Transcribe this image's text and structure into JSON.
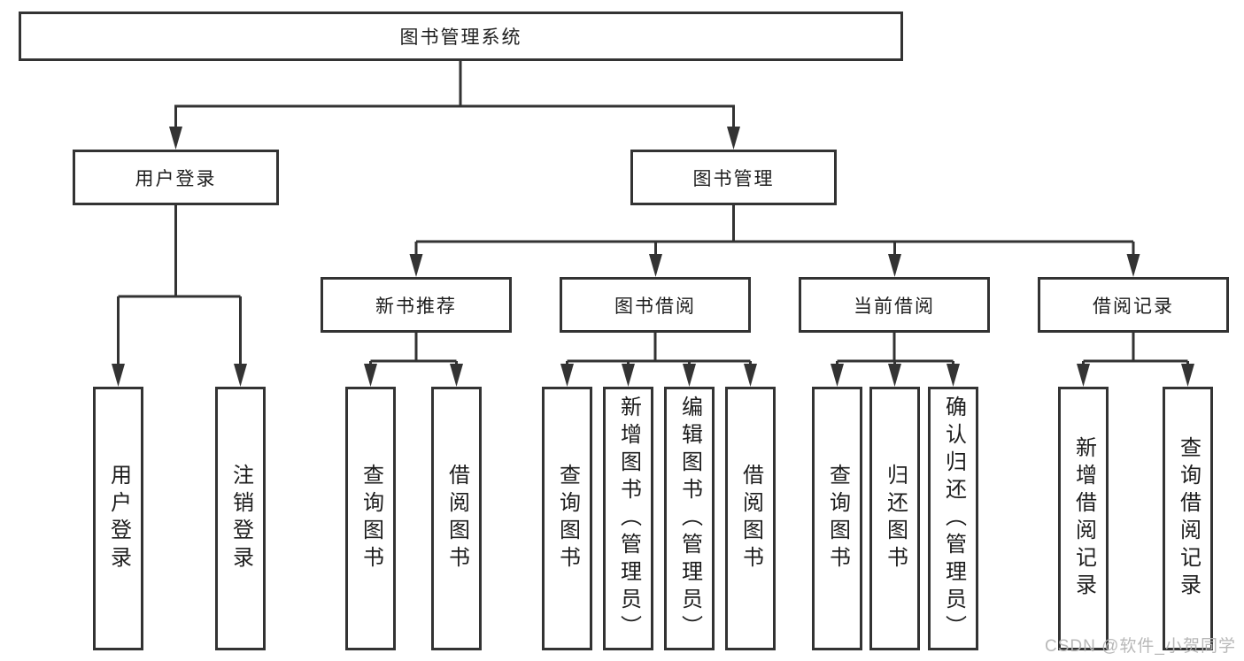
{
  "tree": {
    "root": {
      "label": "图书管理系统"
    },
    "level2": [
      {
        "label": "用户登录",
        "children": [
          {
            "label": "用户登录"
          },
          {
            "label": "注销登录"
          }
        ]
      },
      {
        "label": "图书管理",
        "children": [
          {
            "label": "新书推荐",
            "children": [
              {
                "label": "查询图书"
              },
              {
                "label": "借阅图书"
              }
            ]
          },
          {
            "label": "图书借阅",
            "children": [
              {
                "label": "查询图书"
              },
              {
                "label": "新增图书（管理员）"
              },
              {
                "label": "编辑图书（管理员）"
              },
              {
                "label": "借阅图书"
              }
            ]
          },
          {
            "label": "当前借阅",
            "children": [
              {
                "label": "查询图书"
              },
              {
                "label": "归还图书"
              },
              {
                "label": "确认归还（管理员）"
              }
            ]
          },
          {
            "label": "借阅记录",
            "children": [
              {
                "label": "新增借阅记录"
              },
              {
                "label": "查询借阅记录"
              }
            ]
          }
        ]
      }
    ]
  },
  "watermark": {
    "text": "CSDN @软件_小贺同学"
  },
  "colors": {
    "line": "#333333",
    "box_border": "#333333",
    "background": "#ffffff",
    "text": "#1d1d1d",
    "watermark": "#b5b5b5"
  }
}
